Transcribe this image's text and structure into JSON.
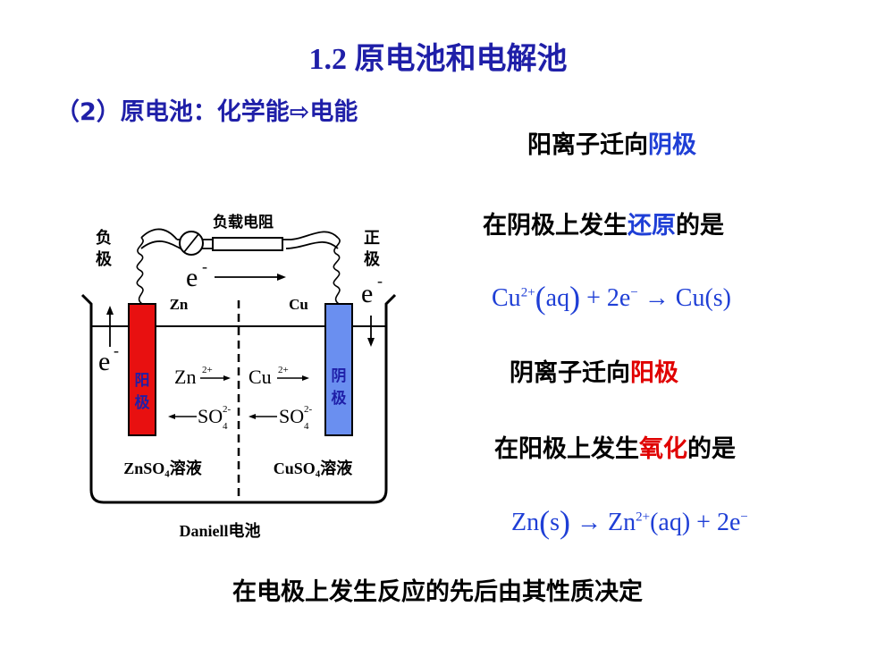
{
  "title": "1.2 原电池和电解池",
  "subtitle": "（2）原电池：化学能⇨电能",
  "diagram": {
    "negative_label": "负",
    "negative_label2": "极",
    "positive_label": "正",
    "positive_label2": "极",
    "load_label": "负载电阻",
    "electron_top": "e",
    "electron_top_sup": "-",
    "electron_right": "e",
    "electron_right_sup": "-",
    "electron_left": "e",
    "electron_left_sup": "-",
    "zn_label": "Zn",
    "cu_label": "Cu",
    "anode_label1": "阳",
    "anode_label2": "极",
    "cathode_label1": "阴",
    "cathode_label2": "极",
    "zn_ion": "Zn",
    "zn_ion_charge": "2+",
    "cu_ion": "Cu",
    "cu_ion_charge": "2+",
    "sulfate_left": "SO",
    "sulfate_right": "SO",
    "sulfate_sub": "4",
    "sulfate_charge": "2-",
    "left_solution": "ZnSO₄溶液",
    "right_solution": "CuSO₄溶液",
    "caption": "Daniell电池",
    "colors": {
      "anode": "#e81010",
      "cathode": "#6a8ff0"
    }
  },
  "right": {
    "cation_prefix": "阳离子迁向",
    "cation_target": "阴极",
    "cathode_prefix": "在阴极上发生",
    "cathode_reaction": "还原",
    "cathode_suffix": "的是",
    "eq1": {
      "a": "Cu",
      "a_sup": "2+",
      "b": "aq",
      "c": "+ 2e",
      "c_sup": "−",
      "arrow": "→",
      "d": "Cu(s)"
    },
    "anion_prefix": "阴离子迁向",
    "anion_target": "阳极",
    "anode_prefix": "在阳极上发生",
    "anode_reaction": "氧化",
    "anode_suffix": "的是",
    "eq2": {
      "a": "Zn",
      "b": "s",
      "arrow": "→",
      "c": "Zn",
      "c_sup": "2+",
      "d": "(aq) + 2e",
      "d_sup": "−"
    }
  },
  "footer": "在电极上发生反应的先后由其性质决定"
}
